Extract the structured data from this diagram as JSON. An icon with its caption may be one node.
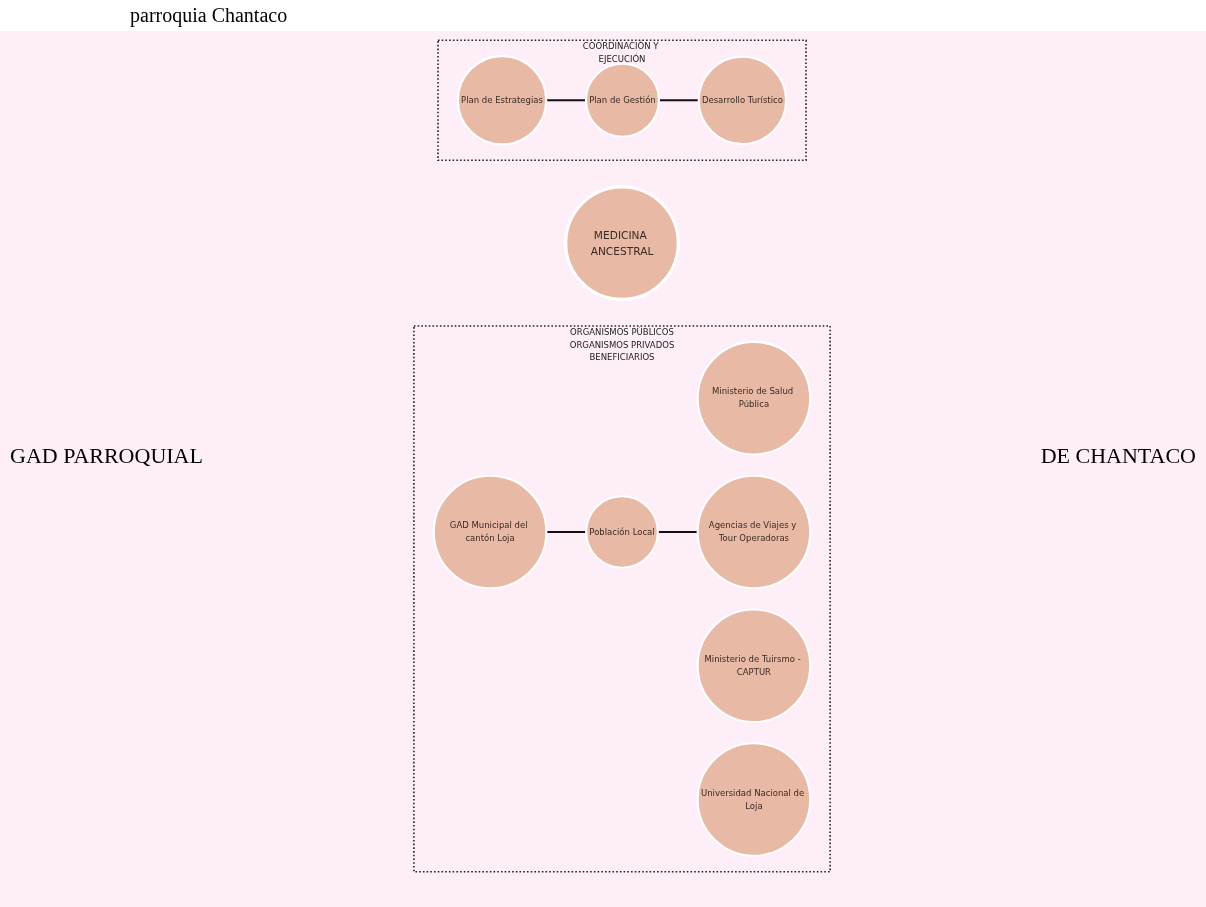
{
  "diagram": {
    "caption": "parroquia Chantaco",
    "nodes": [
      {
        "text": [
          "COORDINACIÓN Y EJECUCIÓN"
        ]
      },
      {
        "text": [
          "Plan de Estrategias"
        ],
        "in": 0
      },
      {
        "text": [
          "Plan de Gestión"
        ],
        "in": 0
      },
      {
        "text": [
          "Desarrollo Turístico"
        ],
        "in": 0
      },
      {
        "text": [
          "MEDICINA ANCESTRAL"
        ]
      },
      {
        "text": [
          "ORGANISMOS PÚBLICOS",
          "ORGANISMOS PRIVADOS",
          "BENEFICIARIOS"
        ]
      },
      {
        "text": [
          "Ministerio de Salud Pública"
        ],
        "in": 5
      },
      {
        "text": [
          "GAD Municipal del cantón Loja"
        ],
        "in": 5
      },
      {
        "text": [
          "Población Local"
        ],
        "in": 5
      },
      {
        "text": [
          "Agencias de Viajes y Tour Operadoras"
        ],
        "in": 5
      },
      {
        "text": [
          "Ministerio de Tuirsmo - CAPTUR"
        ],
        "in": 5
      },
      {
        "text": [
          "Universidad Nacional de Loja"
        ],
        "in": 5
      }
    ],
    "edges": [
      {
        "from": 1,
        "to": 2,
        "arrow": "none"
      },
      {
        "from": 2,
        "to": 3,
        "arrow": "none"
      },
      {
        "from": 7,
        "to": 8,
        "arrow": "none"
      },
      {
        "from": 8,
        "to": 9,
        "arrow": "none"
      }
    ],
    "labels": [
      "GAD PARROQUIAL",
      "DE CHANTACO"
    ]
  }
}
